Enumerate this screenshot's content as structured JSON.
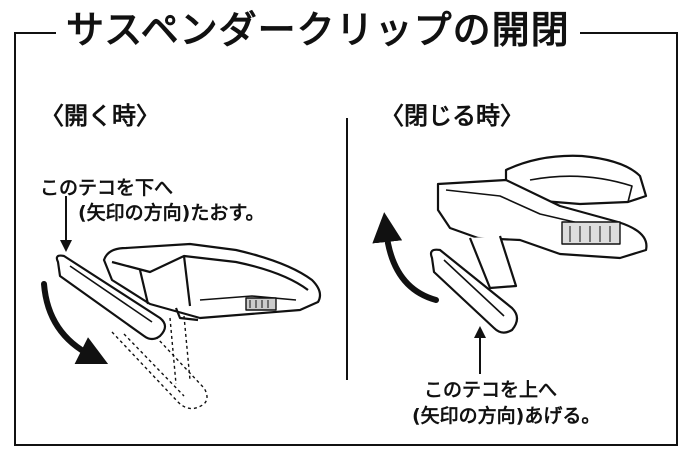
{
  "title": "サスペンダークリップの開閉",
  "open": {
    "heading": "〈開く時〉",
    "instruction_line1": "このテコを下へ",
    "instruction_line2": "(矢印の方向)たおす。"
  },
  "close": {
    "heading": "〈閉じる時〉",
    "instruction_line1": "このテコを上へ",
    "instruction_line2": "(矢印の方向)あげる。"
  }
}
